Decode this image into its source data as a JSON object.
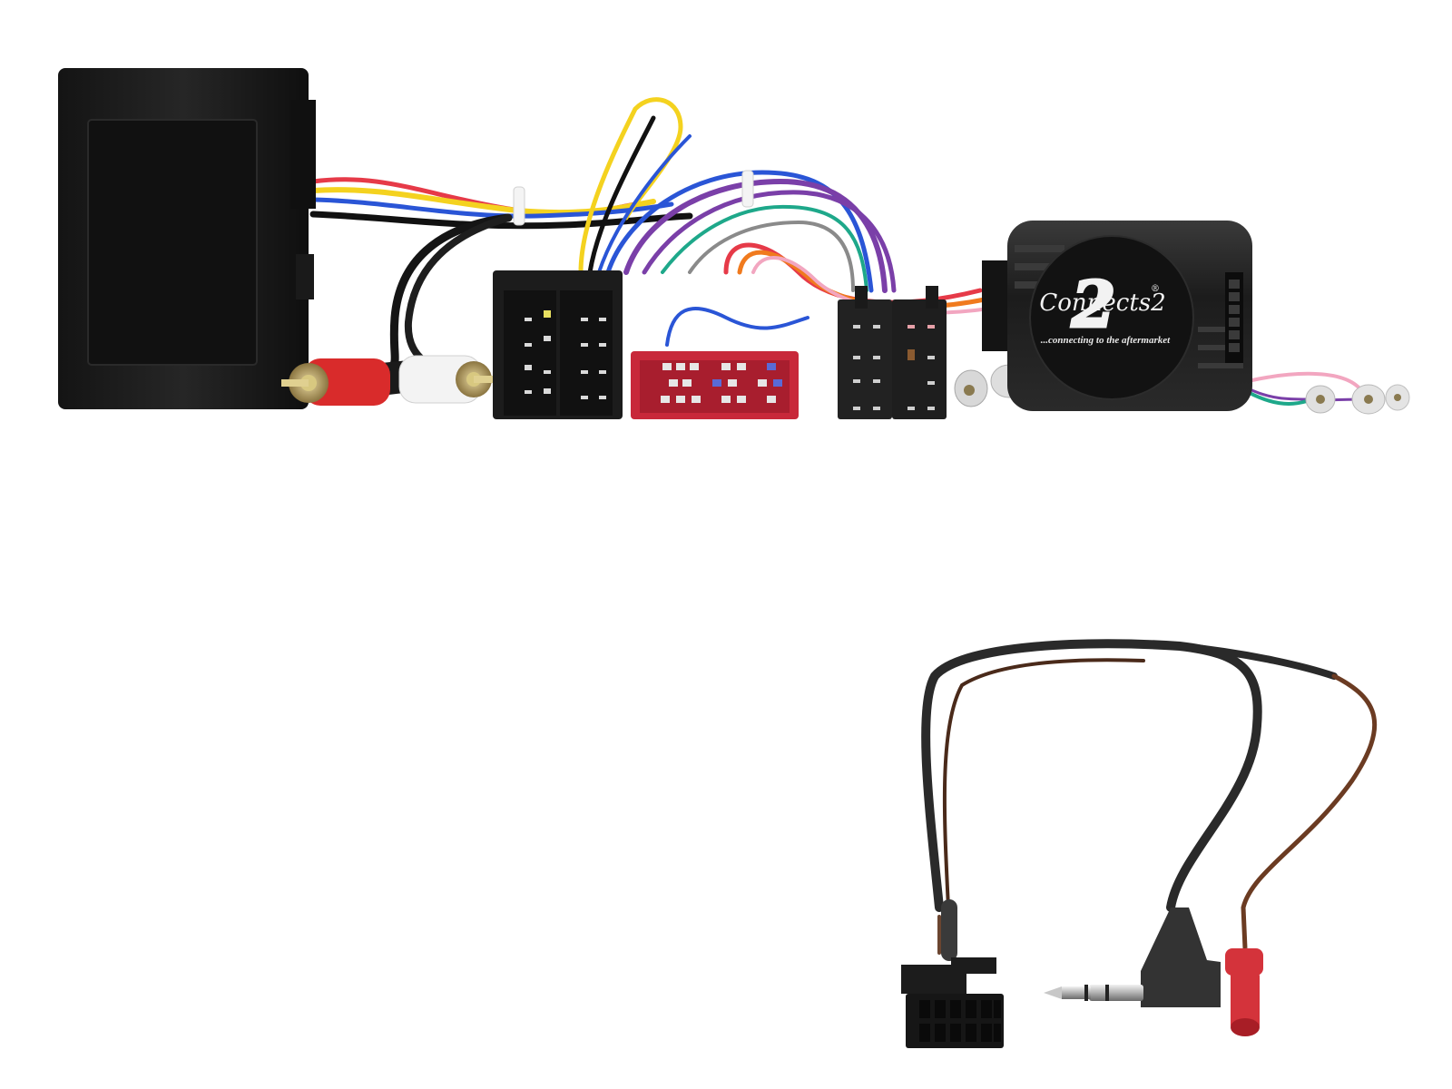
{
  "image": {
    "description": "Product photo of a car stereo steering wheel control interface harness kit",
    "background": "#ffffff"
  },
  "brand": {
    "logo_name": "Connects2",
    "logo_numeral": "2",
    "registered_mark": "®",
    "tagline": "...connecting to the aftermarket"
  },
  "components": [
    {
      "id": "interface-box",
      "label": "Interface module box",
      "color": "#1e1e1e"
    },
    {
      "id": "rca-red",
      "label": "Red RCA plug",
      "color": "#d92b2b"
    },
    {
      "id": "rca-white",
      "label": "White RCA plug",
      "color": "#f3f3f3"
    },
    {
      "id": "iso-black-connector",
      "label": "Black ISO connector",
      "color": "#1c1c1c"
    },
    {
      "id": "red-quadlock-connector",
      "label": "Red multi-pin connector",
      "color": "#c8283a"
    },
    {
      "id": "iso-dual-connector",
      "label": "Dual black ISO connector",
      "color": "#222222"
    },
    {
      "id": "steering-control-module",
      "label": "Steering control module with Connects2 logo",
      "color": "#1b1b1b"
    },
    {
      "id": "antenna-plugs",
      "label": "Bullet connectors",
      "color": "#dcdcdc"
    },
    {
      "id": "patch-lead",
      "label": "Patch lead",
      "color": "#2a2a2a"
    },
    {
      "id": "molex-connector",
      "label": "12-pin Molex connector",
      "color": "#161616"
    },
    {
      "id": "jack-3-5mm",
      "label": "3.5mm right-angle jack",
      "color": "#333333"
    },
    {
      "id": "red-bullet",
      "label": "Red bullet connector",
      "color": "#d4333b"
    }
  ],
  "wire_colors": [
    "#e63a48",
    "#f4d21f",
    "#2a55d6",
    "#7a3fa8",
    "#1ea88a",
    "#f07a1e",
    "#f2a6c0",
    "#ffffff",
    "#8a8a8a",
    "#111111",
    "#6b3b22"
  ]
}
